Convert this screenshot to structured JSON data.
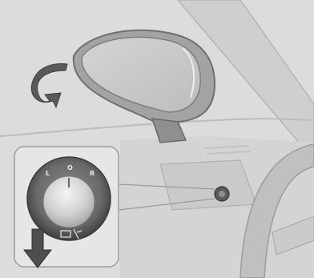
{
  "illustration": {
    "subject": "exterior-mirror-adjustment",
    "knob_labels": {
      "left": "L",
      "off": "O",
      "right": "R"
    },
    "colors": {
      "background": "#dcdcdc",
      "mirror_glass": "#c9c9c9",
      "mirror_housing": "#9d9d9d",
      "knob_dark": "#5b5b5b",
      "arrow": "#505050"
    }
  }
}
